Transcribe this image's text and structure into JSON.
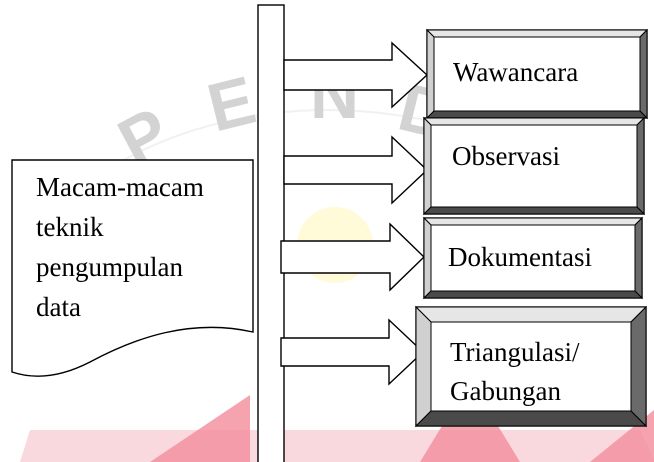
{
  "diagram": {
    "source": {
      "lines": [
        "Macam-macam",
        "teknik",
        "pengumpulan",
        "data"
      ]
    },
    "techniques": [
      {
        "lines": [
          "Wawancara"
        ]
      },
      {
        "lines": [
          "Observasi"
        ]
      },
      {
        "lines": [
          "Dokumentasi"
        ]
      },
      {
        "lines": [
          "Triangulasi/",
          "Gabungan"
        ]
      }
    ],
    "watermark": {
      "text": "PENDIDIKAN",
      "color": "#e8304a",
      "faint_color": "#bdbdbd"
    }
  }
}
